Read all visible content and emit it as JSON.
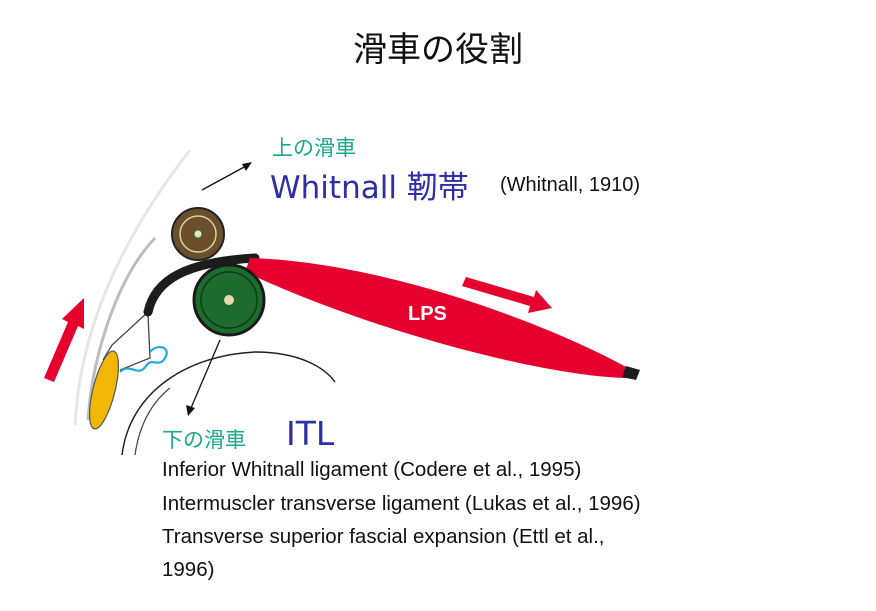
{
  "title": "滑車の役割",
  "upper": {
    "label": "上の滑車",
    "main": "Whitnall 靭帯",
    "citation": "(Whitnall, 1910)"
  },
  "lps_label": "LPS",
  "lower": {
    "label": "下の滑車",
    "main": "ITL",
    "references": [
      "Inferior Whitnall ligament (Codere et al., 1995)",
      "Intermuscler transverse ligament (Lukas et al., 1996)",
      "Transverse superior fascial expansion  (Ettl et al.,",
      "1996)"
    ]
  },
  "colors": {
    "upper_pulley": "#6b4f2a",
    "lower_pulley": "#1e6b2e",
    "lps_muscle": "#e5002d",
    "arrows": "#e5002d",
    "tarsus": "#f2b705",
    "vessel": "#22aadd",
    "label_teal": "#1aa88e",
    "label_blue": "#2e2fa6"
  }
}
